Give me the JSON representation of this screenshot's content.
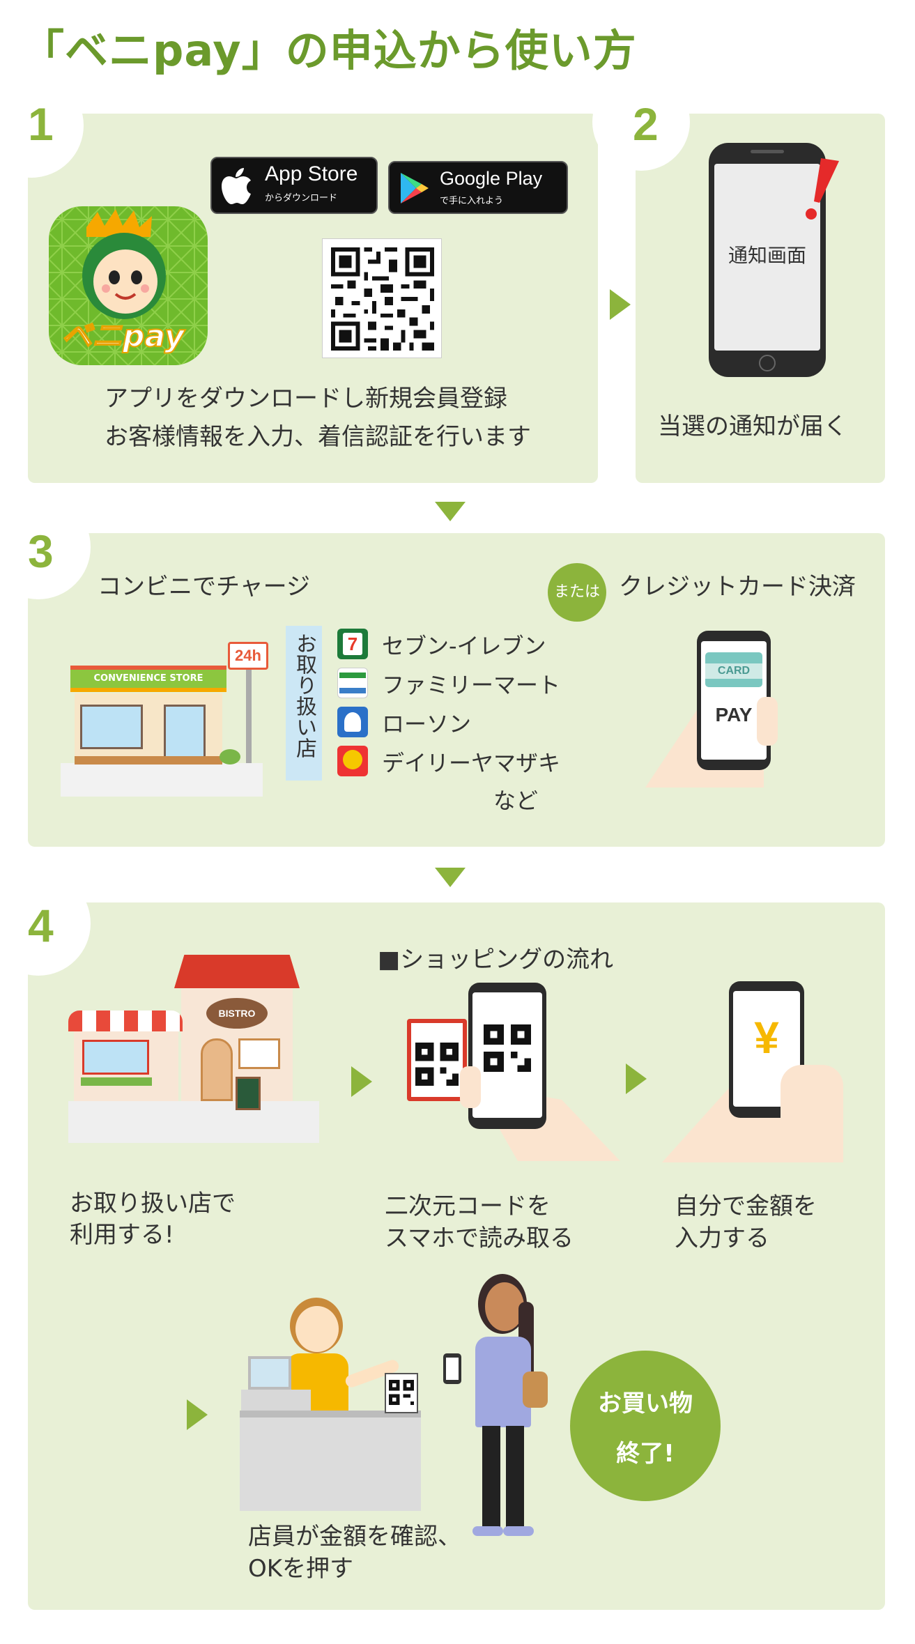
{
  "title": "「ベニpay」の申込から使い方",
  "steps": {
    "s1": {
      "num": "1",
      "appstore_main": "App Store",
      "appstore_sub": "からダウンロード",
      "googleplay_main": "Google Play",
      "googleplay_sub": "で手に入れよう",
      "app_logo_text": "ベニpay",
      "line1": "アプリをダウンロードし新規会員登録",
      "line2": "お客様情報を入力、着信認証を行います"
    },
    "s2": {
      "num": "2",
      "screen_text": "通知画面",
      "caption": "当選の通知が届く"
    },
    "s3": {
      "num": "3",
      "charge_label": "コンビニでチャージ",
      "or_label": "または",
      "card_label": "クレジットカード決済",
      "store_sign": "CONVENIENCE STORE",
      "sign_24h": "24h",
      "stores_vertical": "お取り扱い店",
      "stores": [
        "セブン-イレブン",
        "ファミリーマート",
        "ローソン",
        "デイリーヤマザキ"
      ],
      "stores_more": "など",
      "card_text": "CARD",
      "pay_text": "PAY"
    },
    "s4": {
      "num": "4",
      "flow_title": "■ショッピングの流れ",
      "bistro_sign": "BISTRO",
      "c1_l1": "お取り扱い店で",
      "c1_l2": "利用する!",
      "c2_l1": "二次元コードを",
      "c2_l2": "スマホで読み取る",
      "c3_l1": "自分で金額を",
      "c3_l2": "入力する",
      "yen": "¥",
      "c4_l1": "店員が金額を確認、",
      "c4_l2": "OKを押す",
      "done_l1": "お買い物",
      "done_l2": "終了!"
    }
  },
  "colors": {
    "accent_green": "#8cb43c",
    "title_green": "#6b9a2c",
    "panel_bg": "#e8f0d6"
  }
}
